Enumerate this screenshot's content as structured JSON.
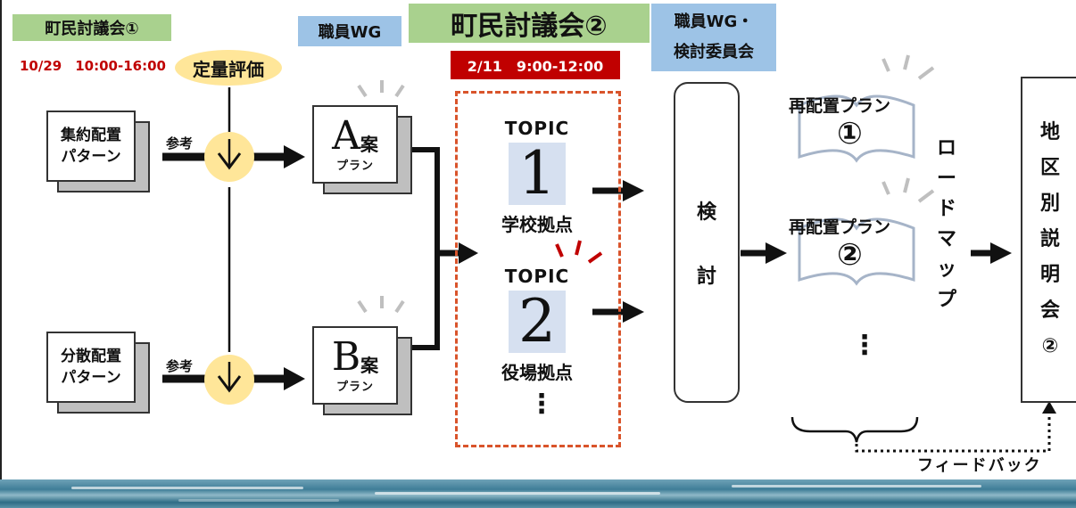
{
  "labels": {
    "forum1": "町民討議会①",
    "forum1_date": "10/29　10:00-16:00",
    "staff_wg": "職員WG",
    "forum2": "町民討議会②",
    "forum2_date": "2/11　9:00-12:00",
    "staff_wg_committee_line1": "職員WG・",
    "staff_wg_committee_line2": "検討委員会",
    "quant_eval": "定量評価"
  },
  "patterns": {
    "concentrated": [
      "集約配置",
      "パターン"
    ],
    "distributed": [
      "分散配置",
      "パターン"
    ]
  },
  "reference": "参考",
  "proposals": {
    "a_letter": "A",
    "b_letter": "B",
    "an": "案",
    "plan": "プラン"
  },
  "topics": [
    {
      "label": "TOPIC",
      "number": "1",
      "name": "学校拠点"
    },
    {
      "label": "TOPIC",
      "number": "2",
      "name": "役場拠点"
    }
  ],
  "ellipsis": "⋮",
  "review": [
    "検",
    "討"
  ],
  "relocation": {
    "label": "再配置プラン",
    "num1": "①",
    "num2": "②"
  },
  "roadmap": [
    "ロ",
    "ー",
    "ド",
    "マ",
    "ッ",
    "プ"
  ],
  "district": [
    "地",
    "区",
    "別",
    "説",
    "明",
    "会",
    "②"
  ],
  "feedback": "フィードバック",
  "colors": {
    "green": "#a9d18e",
    "blue": "#9dc3e6",
    "red": "#c00000",
    "yellow": "#ffe699",
    "dashed": "#d9542b",
    "topic_bg": "#d6e0f0"
  }
}
